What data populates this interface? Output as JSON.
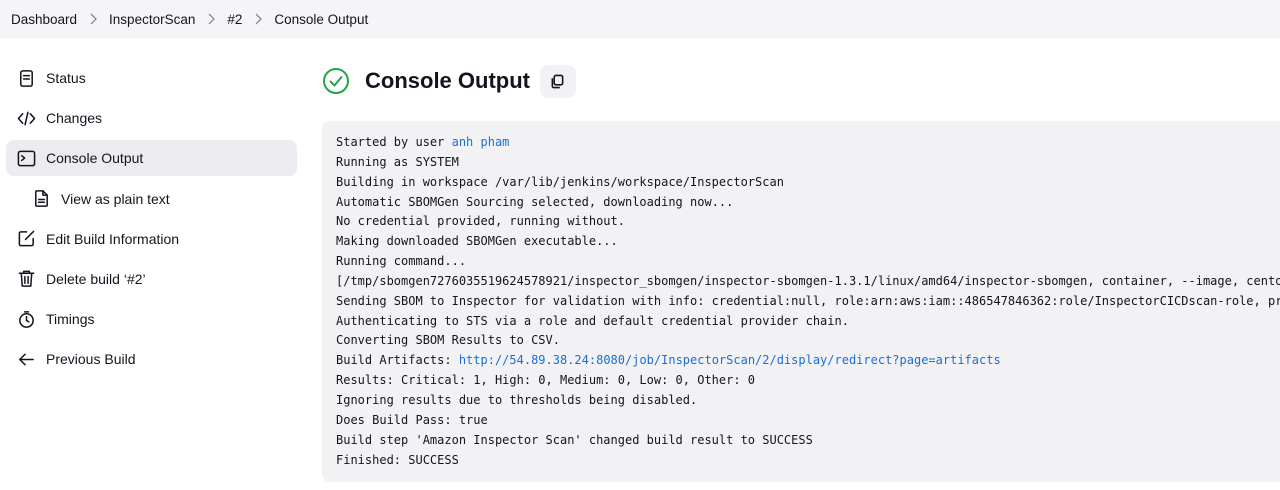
{
  "breadcrumb": {
    "items": [
      "Dashboard",
      "InspectorScan",
      "#2",
      "Console Output"
    ]
  },
  "sidebar": {
    "items": [
      {
        "label": "Status",
        "icon": "document-icon"
      },
      {
        "label": "Changes",
        "icon": "code-icon"
      },
      {
        "label": "Console Output",
        "icon": "terminal-icon",
        "active": true
      },
      {
        "label": "View as plain text",
        "icon": "text-file-icon",
        "sub": true
      },
      {
        "label": "Edit Build Information",
        "icon": "edit-icon"
      },
      {
        "label": "Delete build ‘#2’",
        "icon": "trash-icon"
      },
      {
        "label": "Timings",
        "icon": "stopwatch-icon"
      },
      {
        "label": "Previous Build",
        "icon": "arrow-left-icon"
      }
    ]
  },
  "main": {
    "title": "Console Output",
    "status": "success",
    "status_icon": "check-circle-icon",
    "copy_icon": "copy-icon"
  },
  "console": {
    "line0_prefix": "Started by user ",
    "line0_user": "anh pham",
    "line1": "Running as SYSTEM",
    "line2": "Building in workspace /var/lib/jenkins/workspace/InspectorScan",
    "line3": "Automatic SBOMGen Sourcing selected, downloading now...",
    "line4": "No credential provided, running without.",
    "line5": "Making downloaded SBOMGen executable...",
    "line6": "Running command...",
    "line7": "[/tmp/sbomgen7276035519624578921/inspector_sbomgen/inspector-sbomgen-1.3.1/linux/amd64/inspector-sbomgen, container, --image, centos:latest]",
    "line8": "Sending SBOM to Inspector for validation with info: credential:null, role:arn:aws:iam::486547846362:role/InspectorCICDscan-role, profile:",
    "line9": "Authenticating to STS via a role and default credential provider chain.",
    "line10": "Converting SBOM Results to CSV.",
    "line11_prefix": "Build Artifacts: ",
    "line11_link": "http://54.89.38.24:8080/job/InspectorScan/2/display/redirect?page=artifacts",
    "line12": "Results: Critical: 1, High: 0, Medium: 0, Low: 0, Other: 0",
    "line13": "Ignoring results due to thresholds being disabled.",
    "line14": "Does Build Pass: true",
    "line15": "Build step 'Amazon Inspector Scan' changed build result to SUCCESS",
    "line16": "Finished: SUCCESS"
  },
  "colors": {
    "success": "#1ea64b",
    "link": "#1a6fd6",
    "console_bg": "#f2f2f4",
    "active_bg": "#ececf0"
  }
}
